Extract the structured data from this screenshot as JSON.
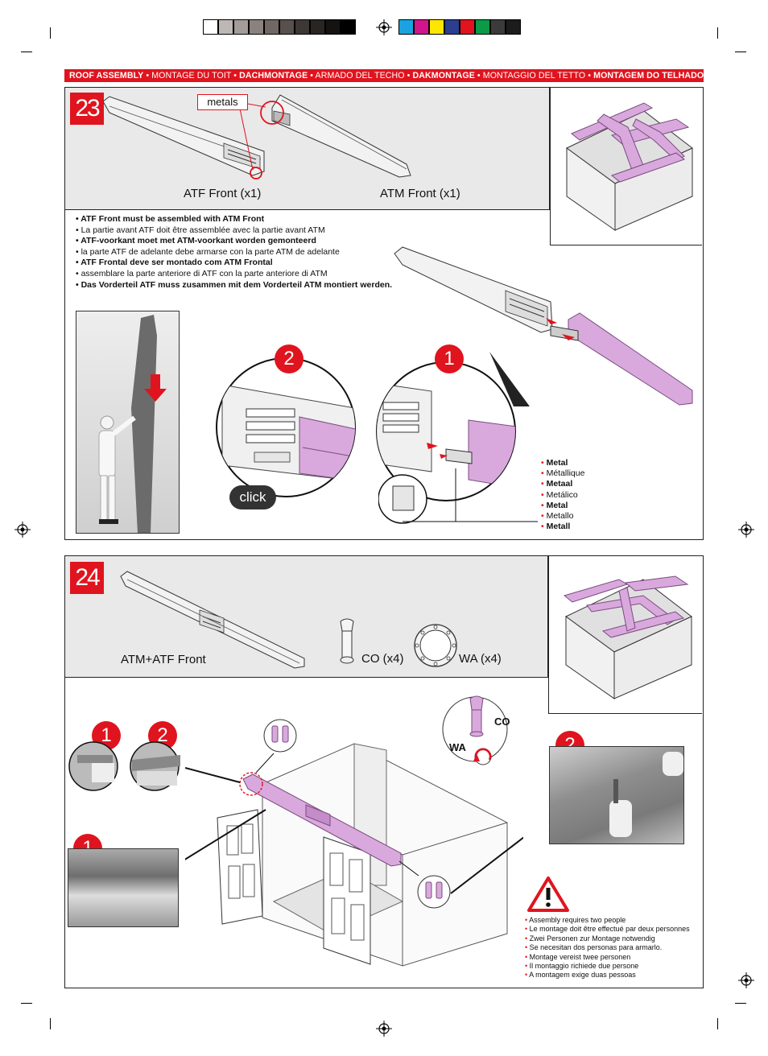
{
  "header": {
    "parts": [
      {
        "text": "ROOF ASSEMBLY",
        "bold": true
      },
      {
        "text": " • ",
        "bold": false
      },
      {
        "text": "MONTAGE DU TOIT",
        "bold": false
      },
      {
        "text": " • ",
        "bold": false
      },
      {
        "text": "DACHMONTAGE",
        "bold": true
      },
      {
        "text": " • ",
        "bold": false
      },
      {
        "text": "ARMADO DEL TECHO",
        "bold": false
      },
      {
        "text": " • ",
        "bold": false
      },
      {
        "text": "DAKMONTAGE",
        "bold": true
      },
      {
        "text": " • ",
        "bold": false
      },
      {
        "text": "MONTAGGIO DEL TETTO",
        "bold": false
      },
      {
        "text": " • ",
        "bold": false
      },
      {
        "text": "MONTAGEM DO TELHADO",
        "bold": true
      }
    ]
  },
  "step23": {
    "number": "23",
    "metals_tag": "metals",
    "part_a": "ATF Front (x1)",
    "part_b": "ATM Front (x1)",
    "instructions": [
      {
        "text": "• ATF Front must be assembled with ATM Front",
        "bold": true
      },
      {
        "text": "• La partie avant ATF doit être assemblée avec la partie avant ATM",
        "bold": false
      },
      {
        "text": "• ATF-voorkant moet met ATM-voorkant worden gemonteerd",
        "bold": true
      },
      {
        "text": "• la parte ATF de adelante debe armarse con la parte ATM de adelante",
        "bold": false
      },
      {
        "text": "• ATF Frontal deve ser montado com ATM Frontal",
        "bold": true
      },
      {
        "text": "• assemblare la parte anteriore di ATF con la parte anteriore di ATM",
        "bold": false
      },
      {
        "text": "• Das Vorderteil ATF muss zusammen mit dem Vorderteil ATM montiert werden.",
        "bold": true
      }
    ],
    "callout_1": "1",
    "callout_2": "2",
    "click_label": "click",
    "metal_words": [
      {
        "text": "Metal",
        "bold": true
      },
      {
        "text": "Métallique",
        "bold": false
      },
      {
        "text": "Metaal",
        "bold": true
      },
      {
        "text": "Metálico",
        "bold": false
      },
      {
        "text": "Metal",
        "bold": true
      },
      {
        "text": "Metallo",
        "bold": false
      },
      {
        "text": "Metall",
        "bold": true
      }
    ]
  },
  "step24": {
    "number": "24",
    "part_a": "ATM+ATF Front",
    "part_co": "CO (x4)",
    "part_wa": "WA (x4)",
    "co_label": "CO",
    "wa_label": "WA",
    "detail_1": "1",
    "detail_2": "2",
    "detail_1b": "1",
    "detail_2b": "2",
    "warnings": [
      "Assembly requires two people",
      "Le montage doit être effectué par deux personnes",
      "Zwei Personen zur Montage notwendig",
      "Se necesitan dos personas para armarlo.",
      "Montage vereist twee personen",
      "Il montaggio richiede due persone",
      "A montagem exige duas pessoas"
    ]
  },
  "colors": {
    "accent": "#e0141e",
    "highlight": "#d9a9dd",
    "panel_gray": "#e9e9e9"
  },
  "calibration": {
    "grays": [
      "#ffffff",
      "#bdb8b5",
      "#a49c98",
      "#8a827e",
      "#706864",
      "#57504c",
      "#3d3835",
      "#292523",
      "#151312",
      "#000000"
    ],
    "colors": [
      "#1aa3e0",
      "#d0168a",
      "#ffe600",
      "#2c3e8f",
      "#e0141e",
      "#0a9a48",
      "#3b3b3b",
      "#1c1c1c"
    ]
  }
}
